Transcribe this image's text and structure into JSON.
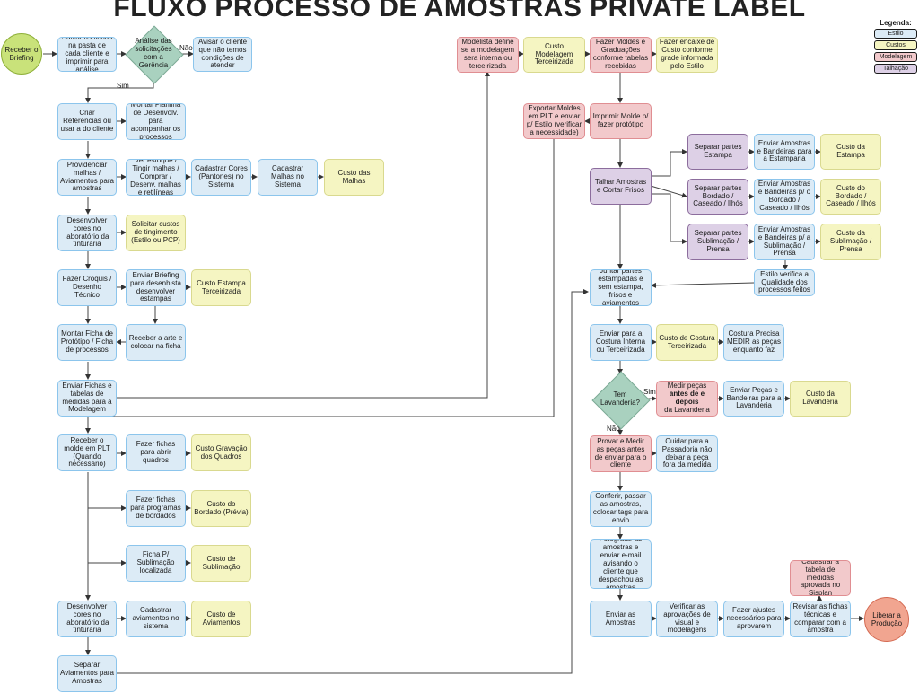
{
  "title": "FLUXO PROCESSO DE AMOSTRAS PRIVATE LABEL",
  "legend": {
    "title": "Legenda:",
    "items": [
      "Estilo",
      "Custos",
      "Modelagem",
      "Talhação"
    ]
  },
  "labels": {
    "nao1": "Não",
    "sim1": "Sim",
    "sim2": "Sim",
    "nao2": "Não"
  },
  "nodes": {
    "receber_briefing": "Receber o Briefing",
    "salvar_fichas": "Salvar as fichas na pasta de cada cliente e imprimir para análise",
    "analise": "Análise das solicitações com a Gerência",
    "avisar_cliente": "Avisar o cliente que não temos condições de atender",
    "criar_ref": "Criar Referencias ou usar a do cliente",
    "montar_planilha": "Montar Planilha de Desenvolv. para acompanhar os processos",
    "providenciar": "Providenciar malhas / Aviamentos para amostras",
    "ver_estoque": "Ver estoque / Tingir malhas / Comprar / Desenv. malhas e retilíneas",
    "cadastrar_cores": "Cadastrar Cores (Pantones) no Sistema",
    "cadastrar_malhas": "Cadastrar Malhas no Sistema",
    "custo_malhas": "Custo das Malhas",
    "desenv_cores1": "Desenvolver cores no laboratório da tinturaria",
    "solicitar_custos": "Solicitar custos de tingimento (Estilo ou PCP)",
    "fazer_croquis": "Fazer Croquis / Desenho Técnico",
    "enviar_briefing": "Enviar Briefing para desenhista desenvolver estampas",
    "custo_estampa_terc": "Custo Estampa Terceirizada",
    "montar_ficha": "Montar Ficha de Protótipo / Ficha de processos",
    "receber_arte": "Receber a arte e colocar na ficha",
    "enviar_fichas": "Enviar Fichas e tabelas de medidas para a Modelagem",
    "receber_molde": "Receber o molde em PLT (Quando necessário)",
    "fazer_fichas_quadros": "Fazer fichas para abrir quadros",
    "custo_gravacao": "Custo Gravação dos Quadros",
    "fazer_fichas_bordados": "Fazer fichas para programas de bordados",
    "custo_bordado": "Custo do Bordado (Prévia)",
    "ficha_sublimacao": "Ficha P/ Sublimação localizada",
    "custo_sublimacao1": "Custo de Sublimação",
    "desenv_cores2": "Desenvolver cores no laboratório da tinturaria",
    "cadastrar_aviamentos": "Cadastrar aviamentos no sistema",
    "custo_aviamentos": "Custo de Aviamentos",
    "separar_aviamentos": "Separar Aviamentos para Amostras",
    "modelista": "Modelista define se a modelagem sera interna ou terceirizada",
    "custo_modelagem": "Custo Modelagem Terceirizada",
    "fazer_moldes": "Fazer Moldes e Graduações conforme tabelas recebidas",
    "fazer_encaixe": "Fazer encaixe de Custo conforme grade informada pelo Estilo",
    "exportar_moldes": "Exportar Moldes em PLT e enviar p/ Estilo (verificar a necessidade)",
    "imprimir_molde": "Imprimir Molde p/ fazer protótipo",
    "talhar": "Talhar Amostras e Cortar Frisos",
    "separar_estampa": "Separar partes Estampa",
    "enviar_estamparia": "Enviar Amostras e Bandeiras para a Estamparia",
    "custo_estampa": "Custo da Estampa",
    "separar_bordado": "Separar partes Bordado / Caseado / Ilhós",
    "enviar_bordado": "Enviar Amostras e Bandeiras p/ o Bordado / Caseado / Ilhós",
    "custo_bordado2": "Custo do Bordado / Caseado / Ilhós",
    "separar_sublimacao": "Separar partes Sublimação / Prensa",
    "enviar_sublimacao": "Enviar Amostras e Bandeiras p/ a Sublimação / Prensa",
    "custo_sublimacao2": "Custo da Sublimação / Prensa",
    "estilo_verifica": "Estilo verifica a Qualidade dos processos feitos",
    "juntar_partes": "Juntar partes estampadas e sem estampa, frisos e aviamentos",
    "enviar_costura": "Enviar para a Costura Interna ou Terceirizada",
    "custo_costura": "Custo de Costura Terceirizada",
    "costura_precisa": "Costura Precisa MEDIR as peças enquanto faz",
    "tem_lavanderia": "Tem Lavanderia?",
    "medir_pecas_pre": "Medir peças",
    "medir_pecas_bold": "antes de e depois",
    "medir_pecas_post": "da Lavanderia",
    "enviar_lavanderia": "Enviar Peças e Bandeiras para a Lavanderia",
    "custo_lavanderia": "Custo da Lavanderia",
    "provar_medir": "Provar e Medir as peças antes de enviar para o cliente",
    "cuidar_passadoria": "Cuidar para a Passadoria não deixar a peça fora da medida",
    "conferir": "Conferir, passar as amostras, colocar tags para envio",
    "fotografar": "Fotografar as amostras e enviar e-mail avisando o cliente que despachou as amostras",
    "enviar_amostras": "Enviar as Amostras",
    "verificar_aprov": "Verificar as aprovações de visual e modelagens",
    "fazer_ajustes": "Fazer ajustes necessários para aprovarem",
    "revisar_fichas": "Revisar as fichas técnicas e comparar com a amostra",
    "cadastrar_tabela": "Cadastrar a tabela de medidas aprovada no Sisplan",
    "liberar_producao": "Liberar a Produção"
  }
}
